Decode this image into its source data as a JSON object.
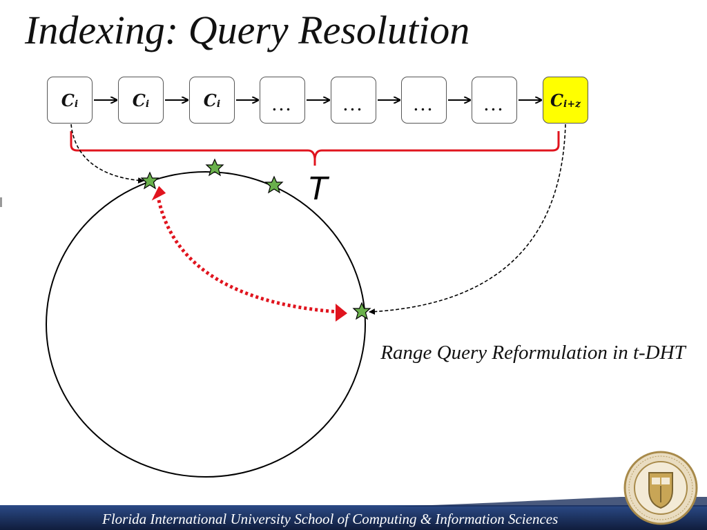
{
  "slide": {
    "title": "Indexing: Query Resolution",
    "t_label": "T",
    "caption": "Range Query Reformulation in t-DHT",
    "footer": "Florida International University School of Computing & Information Sciences"
  },
  "chain": {
    "nodes": [
      {
        "base": "C",
        "sub": "i"
      },
      {
        "base": "C",
        "sub": "i"
      },
      {
        "base": "C",
        "sub": "i"
      },
      {
        "ellipsis": "…"
      },
      {
        "ellipsis": "…"
      },
      {
        "ellipsis": "…"
      },
      {
        "ellipsis": "…"
      },
      {
        "base": "C",
        "sub": "i+z",
        "highlight": true
      }
    ]
  },
  "colors": {
    "highlight": "#ffff00",
    "brace": "#e0141e",
    "star": "#6ab04c",
    "footer_band": "#1c2f5c"
  },
  "icons": {
    "seal": "university-seal-icon",
    "star": "star-icon"
  }
}
